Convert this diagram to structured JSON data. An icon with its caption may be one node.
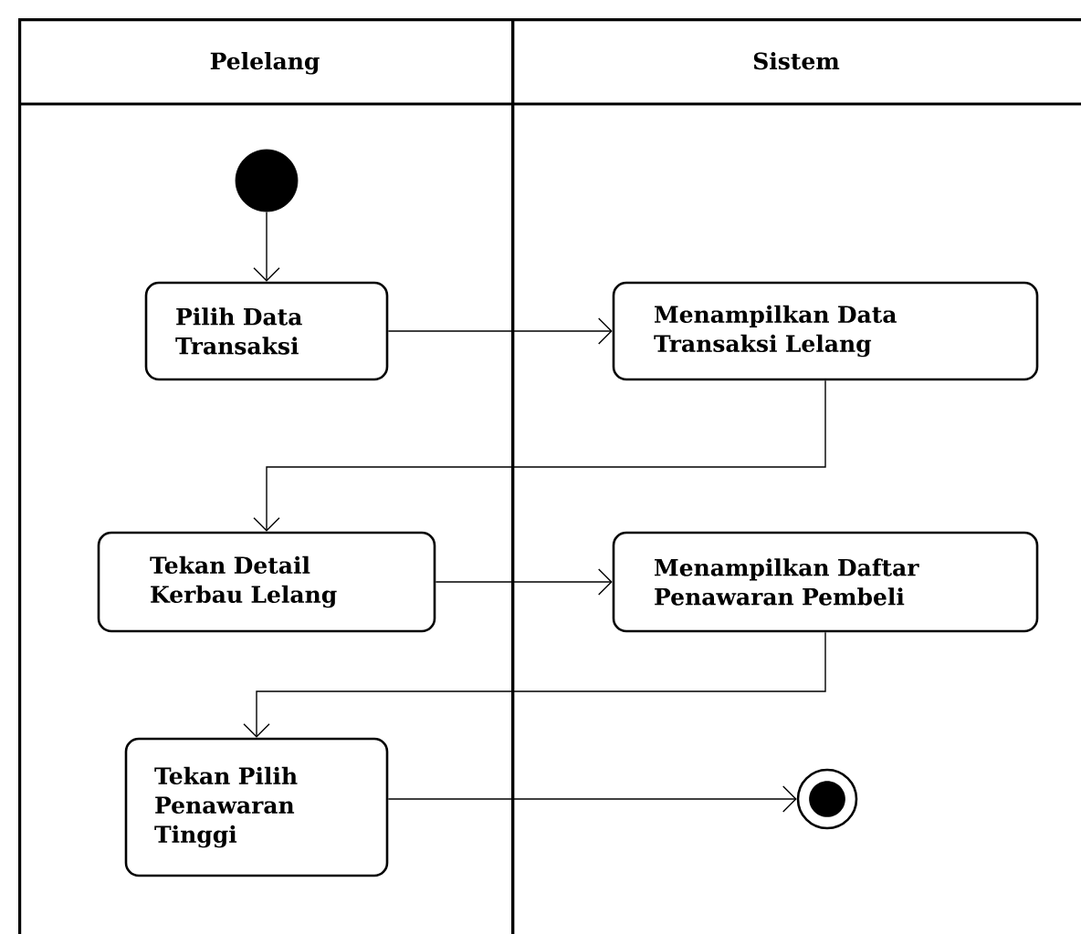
{
  "diagram": {
    "nodes": [
      {
        "text": [
          "Pelelang"
        ]
      },
      {
        "text": [
          "Sistem"
        ]
      },
      {
        "text": [],
        "shape": "circle",
        "in": 0
      },
      {
        "text": [
          "Pilih Data Transaksi"
        ],
        "in": 0
      },
      {
        "text": [
          "Menampilkan Data Transaksi Lelang"
        ],
        "in": 1
      },
      {
        "text": [
          "Tekan Detail Kerbau Lelang"
        ],
        "in": 0
      },
      {
        "text": [
          "Menampilkan Daftar Penawaran Pembeli"
        ],
        "in": 1
      },
      {
        "text": [
          "Tekan Pilih Penawaran Tinggi"
        ],
        "in": 0
      },
      {
        "text": [],
        "shape": "circle",
        "in": 1
      }
    ],
    "edges": [
      {
        "from": 2,
        "to": 3,
        "arrow": "to"
      },
      {
        "from": 3,
        "to": 4,
        "arrow": "to"
      },
      {
        "from": 4,
        "to": 5,
        "arrow": "to"
      },
      {
        "from": 5,
        "to": 6,
        "arrow": "to"
      },
      {
        "from": 6,
        "to": 7,
        "arrow": "to"
      },
      {
        "from": 7,
        "to": 8,
        "arrow": "to"
      }
    ]
  }
}
